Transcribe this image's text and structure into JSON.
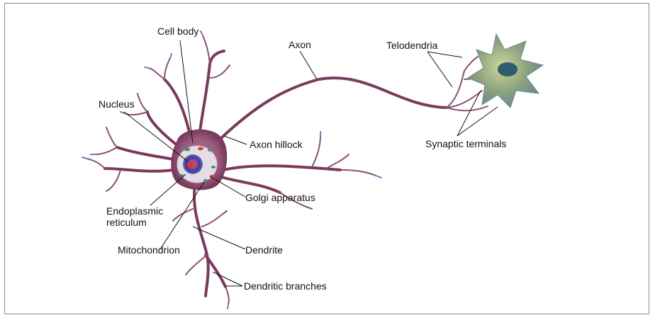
{
  "labels": {
    "cell_body": "Cell body",
    "nucleus": "Nucleus",
    "axon": "Axon",
    "telodendria": "Telodendria",
    "axon_hillock": "Axon hillock",
    "synaptic_terminals": "Synaptic terminals",
    "golgi_apparatus": "Golgi apparatus",
    "endoplasmic_reticulum_1": "Endoplasmic",
    "endoplasmic_reticulum_2": "reticulum",
    "mitochondrion": "Mitochondrion",
    "dendrite": "Dendrite",
    "dendritic_branches": "Dendritic branches"
  },
  "colors": {
    "neuron_membrane": "#7a3a5e",
    "neuron_fill": "#9c5a7e",
    "dendrite_tip": "#6b7fc4",
    "nucleus_outer": "#5a5aa8",
    "nucleolus": "#d83a2a",
    "target_cell": "#7f9a78",
    "target_nucleus": "#2e5d6e"
  }
}
